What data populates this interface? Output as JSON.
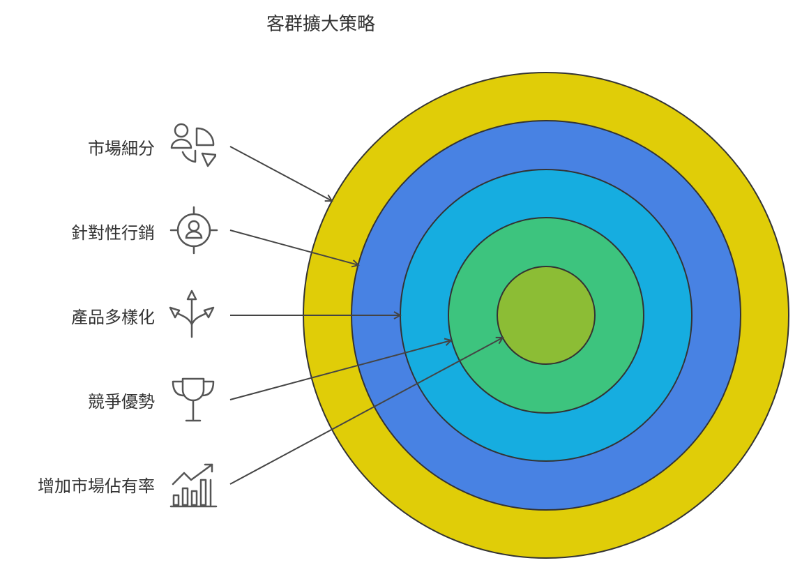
{
  "title": "客群擴大策略",
  "rings": [
    {
      "color": "#e0cd08",
      "level": 1
    },
    {
      "color": "#4882e3",
      "level": 2
    },
    {
      "color": "#16ade0",
      "level": 3
    },
    {
      "color": "#3dc47e",
      "level": 4
    },
    {
      "color": "#8cbd35",
      "level": 5
    }
  ],
  "items": [
    {
      "label": "市場細分",
      "icon": "audience-segment-icon",
      "target_level": 1
    },
    {
      "label": "針對性行銷",
      "icon": "target-person-icon",
      "target_level": 2
    },
    {
      "label": "產品多樣化",
      "icon": "branching-arrows-icon",
      "target_level": 3
    },
    {
      "label": "競爭優勢",
      "icon": "trophy-icon",
      "target_level": 4
    },
    {
      "label": "增加市場佔有率",
      "icon": "growth-chart-icon",
      "target_level": 5
    }
  ]
}
